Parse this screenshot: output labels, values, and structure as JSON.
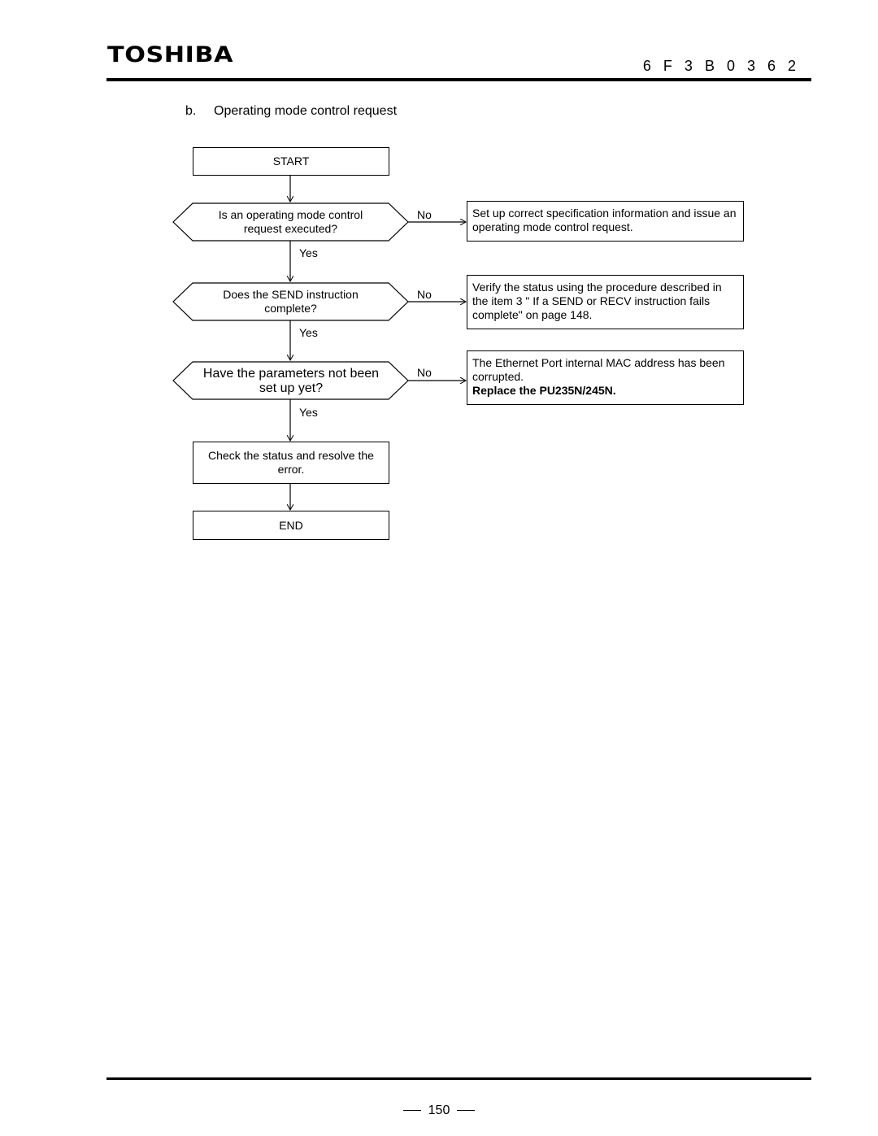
{
  "header": {
    "logo": "TOSHIBA",
    "doc_number": "6 F 3 B 0 3 6 2"
  },
  "section": {
    "letter": "b.",
    "title": "Operating mode control request"
  },
  "flow": {
    "start": "START",
    "q1": "Is an operating mode control request executed?",
    "q2": "Does the SEND instruction complete?",
    "q3": "Have the parameters not been set up yet?",
    "check": "Check the status and resolve the error.",
    "end": "END",
    "yes": "Yes",
    "no": "No",
    "r1": "Set up correct specification information and issue an operating mode control request.",
    "r2": "Verify the status using the procedure described in the item 3 \" If a SEND or RECV instruction fails complete\" on page 148.",
    "r3_text": "The Ethernet Port internal MAC address has been corrupted.",
    "r3_bold": "Replace the PU235N/245N."
  },
  "footer": {
    "page": "150"
  }
}
